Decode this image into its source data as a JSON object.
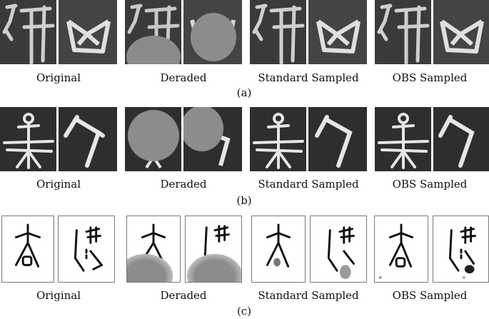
{
  "rows": [
    {
      "caption": "(a)",
      "labels": [
        "Original",
        "Deraded",
        "Standard Sampled",
        "OBS Sampled"
      ]
    },
    {
      "caption": "(b)",
      "labels": [
        "Original",
        "Deraded",
        "Standard Sampled",
        "OBS Sampled"
      ]
    },
    {
      "caption": "(c)",
      "labels": [
        "Original",
        "Deraded",
        "Standard Sampled",
        "OBS Sampled"
      ]
    }
  ]
}
